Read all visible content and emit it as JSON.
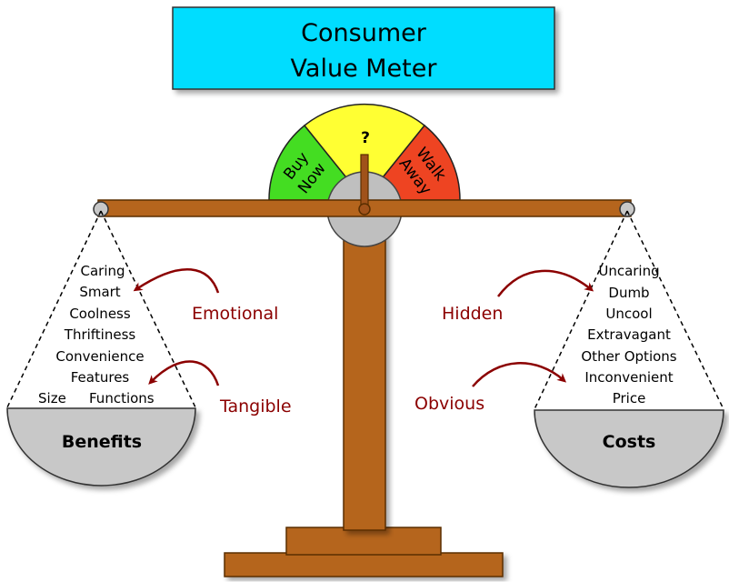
{
  "title": {
    "line1": "Consumer",
    "line2": "Value Meter"
  },
  "meter": {
    "left": {
      "line1": "Buy",
      "line2": "Now",
      "color": "#44dd22"
    },
    "middle": {
      "label": "?",
      "color": "#ffff33"
    },
    "right": {
      "line1": "Walk",
      "line2": "Away",
      "color": "#ee4422"
    }
  },
  "colors": {
    "title_bg": "#00ddff",
    "wood": "#b5651d",
    "wood_dark": "#5a2e00",
    "pan": "#c8c8c8",
    "hub": "#bfbfbf",
    "annotation": "#8b0000"
  },
  "benefits": {
    "label": "Benefits",
    "items": [
      "Caring",
      "Smart",
      "Coolness",
      "Thriftiness",
      "Convenience",
      "Features"
    ],
    "last_row_left": "Size",
    "last_row_right": "Functions"
  },
  "costs": {
    "label": "Costs",
    "items": [
      "Uncaring",
      "Dumb",
      "Uncool",
      "Extravagant",
      "Other Options",
      "Inconvenient",
      "Price"
    ]
  },
  "annotations": {
    "emotional": "Emotional",
    "tangible": "Tangible",
    "hidden": "Hidden",
    "obvious": "Obvious"
  }
}
